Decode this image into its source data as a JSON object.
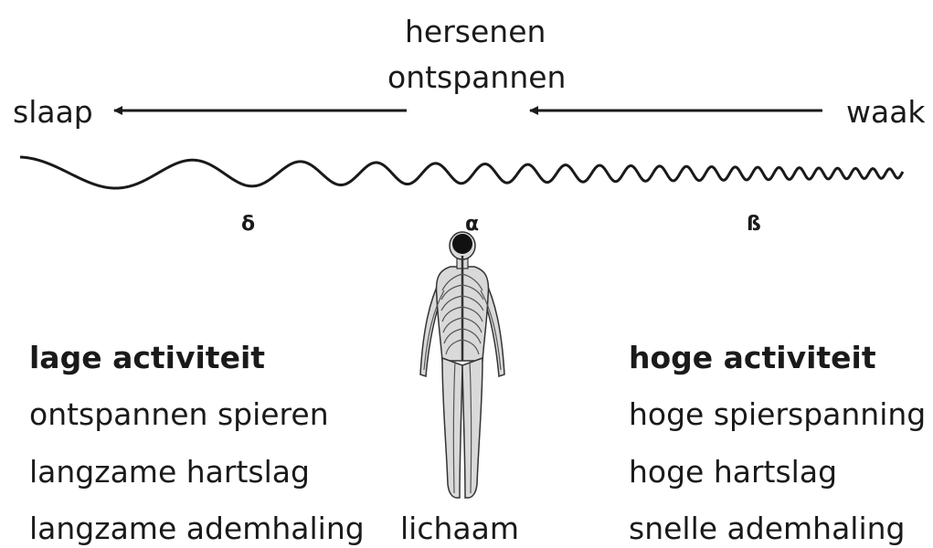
{
  "brain": {
    "title_line1": "hersenen",
    "title_line2": "ontspannen",
    "left_label": "slaap",
    "right_label": "waak",
    "wave_labels": [
      "δ",
      "α",
      "ß"
    ]
  },
  "left": {
    "title": "lage activiteit",
    "items": [
      "ontspannen spieren",
      "langzame hartslag",
      "langzame ademhaling"
    ]
  },
  "body": {
    "label": "lichaam",
    "icon": "human-nervous-system-figure"
  },
  "right": {
    "title": "hoge activiteit",
    "items": [
      "hoge spierspanning",
      "hoge hartslag",
      "snelle ademhaling"
    ]
  },
  "colors": {
    "ink": "#1a1a1a",
    "figure_fill": "#d9d9d9",
    "head": "#111111"
  }
}
